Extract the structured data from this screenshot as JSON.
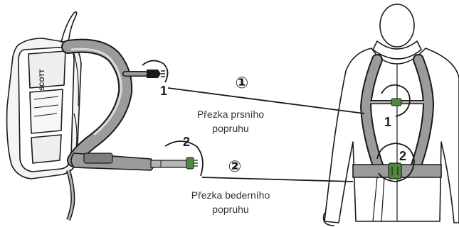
{
  "brand": "SCOTT",
  "callouts": {
    "chest": {
      "circled": "①",
      "num_left": "1",
      "num_right": "1",
      "label_line1": "Přezka prsního",
      "label_line2": "popruhu"
    },
    "waist": {
      "circled": "②",
      "num_left": "2",
      "num_right": "2",
      "label_line1": "Přezka bederního",
      "label_line2": "popruhu"
    }
  },
  "colors": {
    "line": "#1a1a1a",
    "strap": "#9b9b9b",
    "strap_dark": "#6e6e6e",
    "buckle": "#4f8a3c",
    "fill_light": "#f2f2f2"
  }
}
